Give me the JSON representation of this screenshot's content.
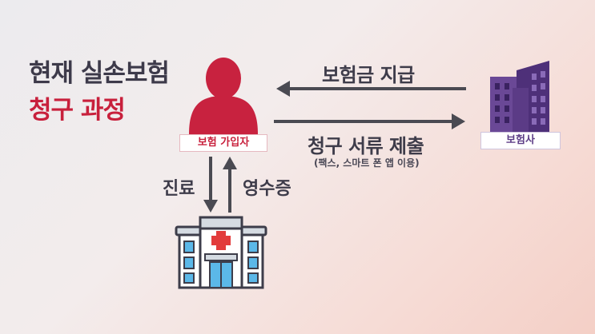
{
  "title": {
    "line1": "현재 실손보험",
    "line2": "청구 과정"
  },
  "nodes": {
    "member": {
      "label": "보험 가입자",
      "icon": "person-icon"
    },
    "insurer": {
      "label": "보험사",
      "icon": "building-icon"
    },
    "hospital": {
      "icon": "hospital-icon"
    }
  },
  "edges": {
    "payment": {
      "label": "보험금 지급"
    },
    "claim": {
      "label": "청구 서류 제출",
      "sublabel": "(팩스, 스마트 폰 앱 이용)"
    },
    "treatment": {
      "label": "진료"
    },
    "receipt": {
      "label": "영수증"
    }
  },
  "colors": {
    "title_dark": "#3d3a4a",
    "title_accent": "#c8203c",
    "person": "#c8223f",
    "building": "#5b3b86",
    "arrow": "#4a4a52",
    "hospital_cross": "#e23b3b",
    "hospital_window": "#5bb8e8"
  }
}
